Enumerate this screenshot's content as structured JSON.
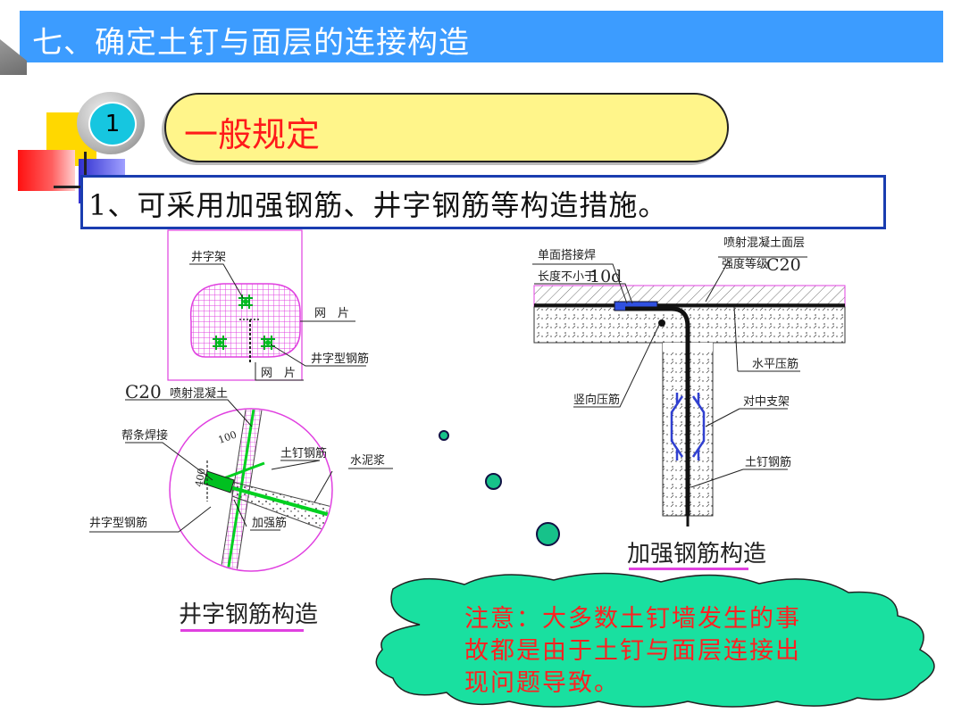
{
  "header": {
    "title": "七、确定土钉与面层的连接构造"
  },
  "section": {
    "number": "1",
    "heading": "一般规定"
  },
  "rule": {
    "text": "1、可采用加强钢筋、井字钢筋等构造措施。"
  },
  "left_diagram": {
    "label_jingzijia": "井字架",
    "label_wangpian_right": "网　片",
    "label_jingzi_steel_top": "井字型钢筋",
    "label_wangpian_bottom": "网　片",
    "label_c20_prefix": "C20",
    "label_c20_suffix": "喷射混凝土",
    "label_bangtiao": "帮条焊接",
    "label_100": "100",
    "label_400": "400",
    "label_tuding": "土钉钢筋",
    "label_shuinijiang": "水泥浆",
    "label_jingzi_steel_bottom": "井字型钢筋",
    "label_jiaqiangjin": "加强筋",
    "caption": "井字钢筋构造"
  },
  "right_diagram": {
    "label_danmian": "单面搭接焊",
    "label_changdu_prefix": "长度不小于",
    "label_changdu_value": "10d",
    "label_penshe": "喷射混凝土面层",
    "label_qiangdu_prefix": "强度等级",
    "label_qiangdu_value": "C20",
    "label_shuiping": "水平压筋",
    "label_shuxiang": "竖向压筋",
    "label_duizhong": "对中支架",
    "label_tuding": "土钉钢筋",
    "caption": "加强钢筋构造"
  },
  "note": {
    "text": "注意：大多数土钉墙发生的事故都是由于土钉与面层连接出现问题导致。"
  },
  "colors": {
    "title_bar": "#3c9cff",
    "pill_fill": "#fff58a",
    "heading_red": "#ff1a1a",
    "rule_border": "#1a3db0",
    "cloud_fill": "#19e0a0",
    "mesh_pink": "#e040e0",
    "rebar_green": "#00d020"
  }
}
